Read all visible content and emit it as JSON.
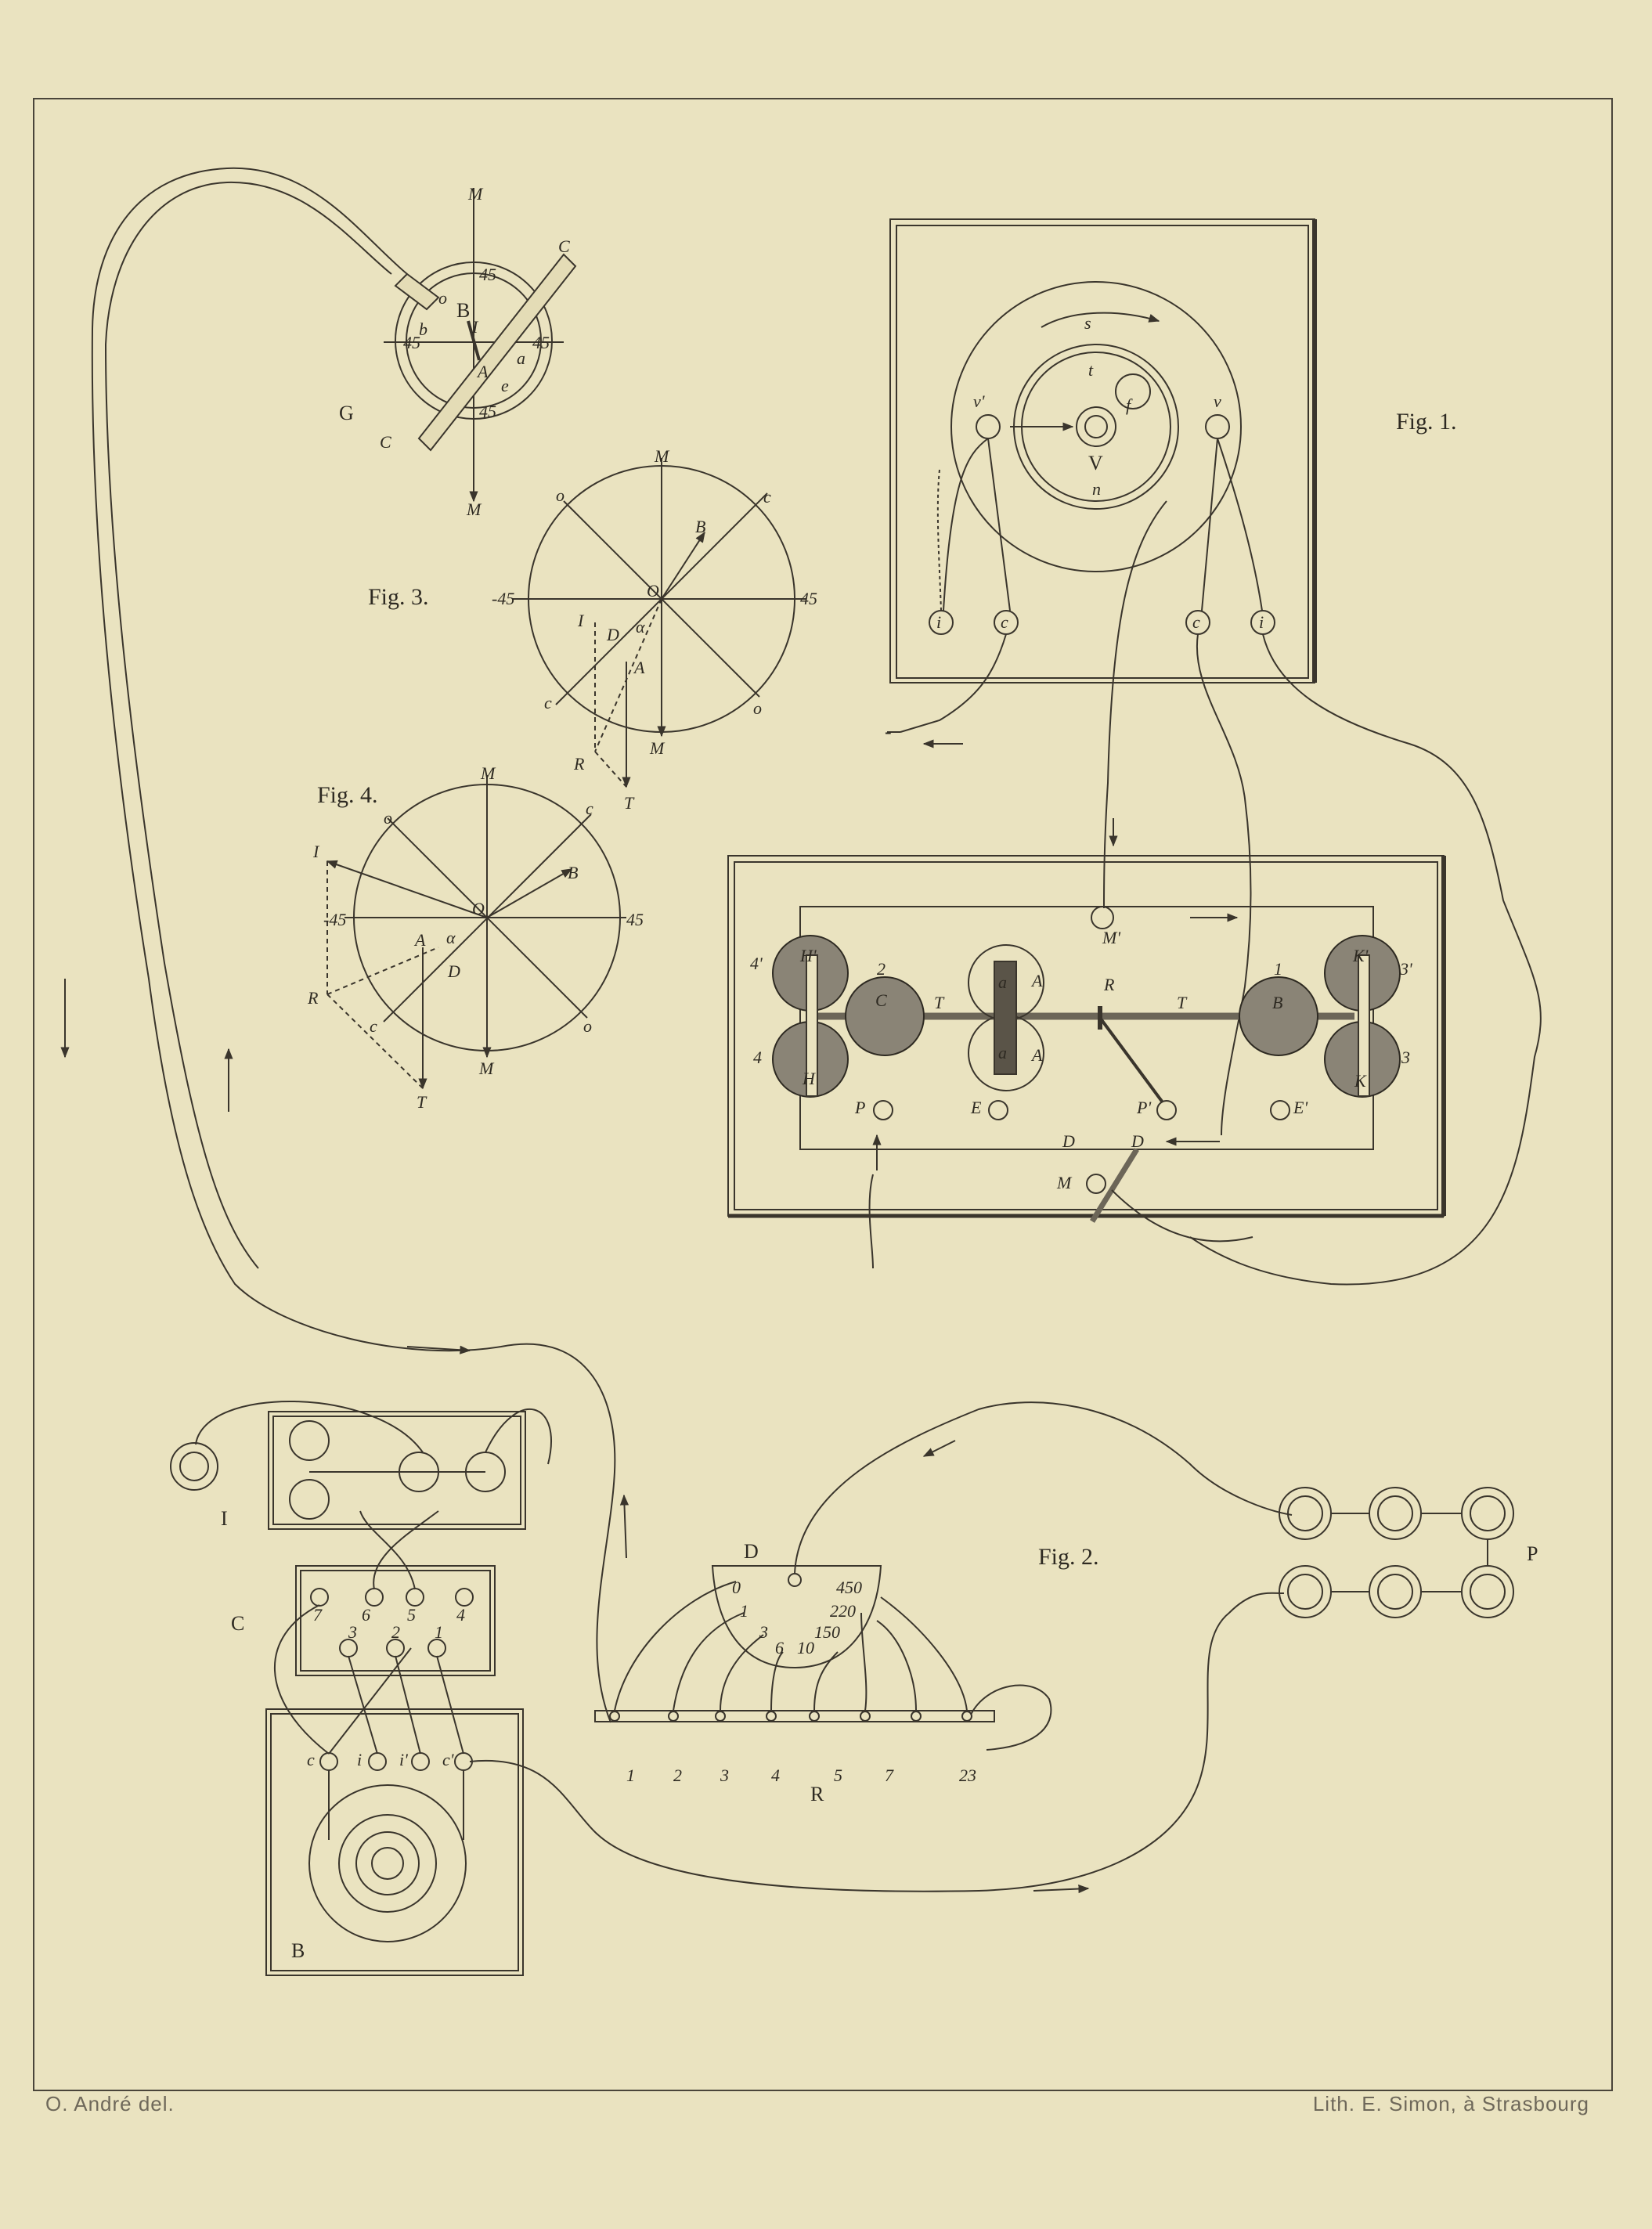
{
  "credits": {
    "draughtsman": "O. André del.",
    "lithographer": "Lith. E. Simon, à Strasbourg"
  },
  "figures": {
    "fig1": {
      "title": "Fig. 1.",
      "labels": {
        "V": "V",
        "n": "n",
        "s": "s",
        "t": "t",
        "f": "f",
        "v_left": "v'",
        "v_right": "v",
        "i_left": "i",
        "c_left": "c",
        "c_right": "c",
        "i_right": "i",
        "minus": "-"
      }
    },
    "fig2": {
      "title": "Fig. 2.",
      "labels": {
        "I": "I",
        "C": "C",
        "B": "B",
        "D": "D",
        "R": "R",
        "P": "P",
        "c_top": [
          "7",
          "6",
          "5",
          "4"
        ],
        "c_bottom": [
          "3",
          "2",
          "1"
        ],
        "b_terms": [
          "c",
          "i",
          "i'",
          "c'"
        ],
        "d_left": [
          "0",
          "1",
          "3",
          "6"
        ],
        "d_right": [
          "450",
          "220",
          "150",
          "10"
        ],
        "r_terms": [
          "1",
          "2",
          "3",
          "4",
          "5",
          "7",
          "23"
        ]
      }
    },
    "fig3": {
      "title": "Fig. 3.",
      "labels": {
        "M_top": "M",
        "M_bot": "M",
        "c_tr": "c",
        "c_bl": "c",
        "o_tl": "o",
        "o_br": "o",
        "B": "B",
        "I": "I",
        "D": "D",
        "A": "A",
        "O": "O",
        "R": "R",
        "T": "T",
        "neg45": "-45",
        "pos45": "45",
        "alpha": "α"
      }
    },
    "fig4": {
      "title": "Fig. 4.",
      "labels": {
        "M_top": "M",
        "M_bot": "M",
        "c_tr": "c",
        "c_bl": "c",
        "o_tl": "o",
        "o_br": "o",
        "B": "B",
        "I": "I",
        "D": "D",
        "A": "A",
        "O": "O",
        "R": "R",
        "T": "T",
        "neg45": "-45",
        "pos45": "45",
        "alpha": "α"
      }
    },
    "figG": {
      "labels": {
        "G": "G",
        "M_top": "M",
        "M_bot": "M",
        "C_top": "C",
        "C_bot": "C",
        "B": "B",
        "A": "A",
        "I": "I",
        "a": "a",
        "b": "b",
        "o": "o",
        "e": "e",
        "d45_top": "45",
        "d45_bot": "45",
        "d45_left": "45",
        "d45_right": "45"
      }
    },
    "board": {
      "labels": {
        "Hp": "H'",
        "H": "H",
        "Kp": "K'",
        "K": "K",
        "C": "C",
        "B": "B",
        "T_left": "T",
        "T_right": "T",
        "A_top": "A",
        "A_bot": "A",
        "a_top": "a",
        "a_bot": "a",
        "R": "R",
        "Mp": "M'",
        "P": "P",
        "E": "E",
        "Pp": "P'",
        "Ep": "E'",
        "D_left": "D",
        "D_right": "D",
        "M": "M",
        "n4p": "4'",
        "n4": "4",
        "n2": "2",
        "n1": "1",
        "n3p": "3'",
        "n3": "3"
      }
    }
  }
}
